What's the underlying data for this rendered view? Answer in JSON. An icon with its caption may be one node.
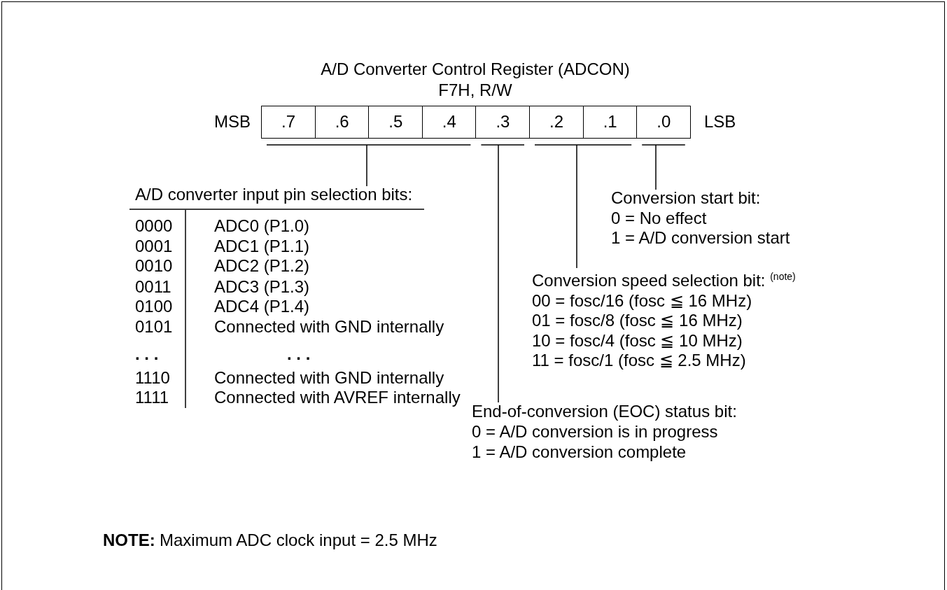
{
  "diagram": {
    "title": "A/D Converter Control Register (ADCON)",
    "nodes": [
      {
        "text": [
          ".7"
        ],
        "beside": [
          "MSB"
        ]
      },
      {
        "text": [
          ".6"
        ]
      },
      {
        "text": [
          ".5"
        ]
      },
      {
        "text": [
          ".4"
        ]
      },
      {
        "text": [
          ".3"
        ]
      },
      {
        "text": [
          ".2"
        ]
      },
      {
        "text": [
          ".1"
        ]
      },
      {
        "text": [
          ".0"
        ],
        "beside": [
          "LSB"
        ]
      },
      {
        "text": [
          "A/D converter input pin selection bits:"
        ]
      },
      {
        "text": [
          "End-of-conversion (EOC) status bit:",
          "0 = A/D conversion is in progress",
          "1 = A/D conversion complete"
        ]
      },
      {
        "text": [
          "Conversion speed selection bit: $^{(note)}$",
          "00 = fosc/16 (fosc ≦ 16 MHz)",
          "01 = fosc/8 (fosc ≦ 16 MHz)",
          "10 = fosc/4 (fosc ≦ 10 MHz)",
          "11 = fosc/1 (fosc ≦ 2.5 MHz)"
        ]
      },
      {
        "text": [
          "Conversion start bit:",
          "0 = No effect",
          "1 = A/D conversion start"
        ]
      }
    ],
    "edges": [
      {
        "from": 8,
        "to": 0,
        "arrow": "none"
      },
      {
        "from": 8,
        "to": 1,
        "arrow": "none"
      },
      {
        "from": 8,
        "to": 2,
        "arrow": "none"
      },
      {
        "from": 8,
        "to": 3,
        "arrow": "none"
      },
      {
        "from": 9,
        "to": 4,
        "arrow": "none"
      },
      {
        "from": 10,
        "to": 5,
        "arrow": "none"
      },
      {
        "from": 10,
        "to": 6,
        "arrow": "none"
      },
      {
        "from": 11,
        "to": 7,
        "arrow": "none"
      }
    ],
    "labels": [
      "F7H, R/W",
      "0000",
      "ADC0 (P1.0)",
      "0001",
      "ADC1 (P1.1)",
      "0010",
      "ADC2 (P1.2)",
      "0011",
      "ADC3 (P1.3)",
      "0100",
      "ADC4 (P1.4)",
      "0101",
      "Connected with GND internally",
      ". . .",
      ". . .",
      "1110",
      "Connected with GND internally",
      "1111",
      "Connected with AVREF internally",
      "NOTE:",
      "Maximum ADC clock input = 2.5 MHz"
    ]
  }
}
